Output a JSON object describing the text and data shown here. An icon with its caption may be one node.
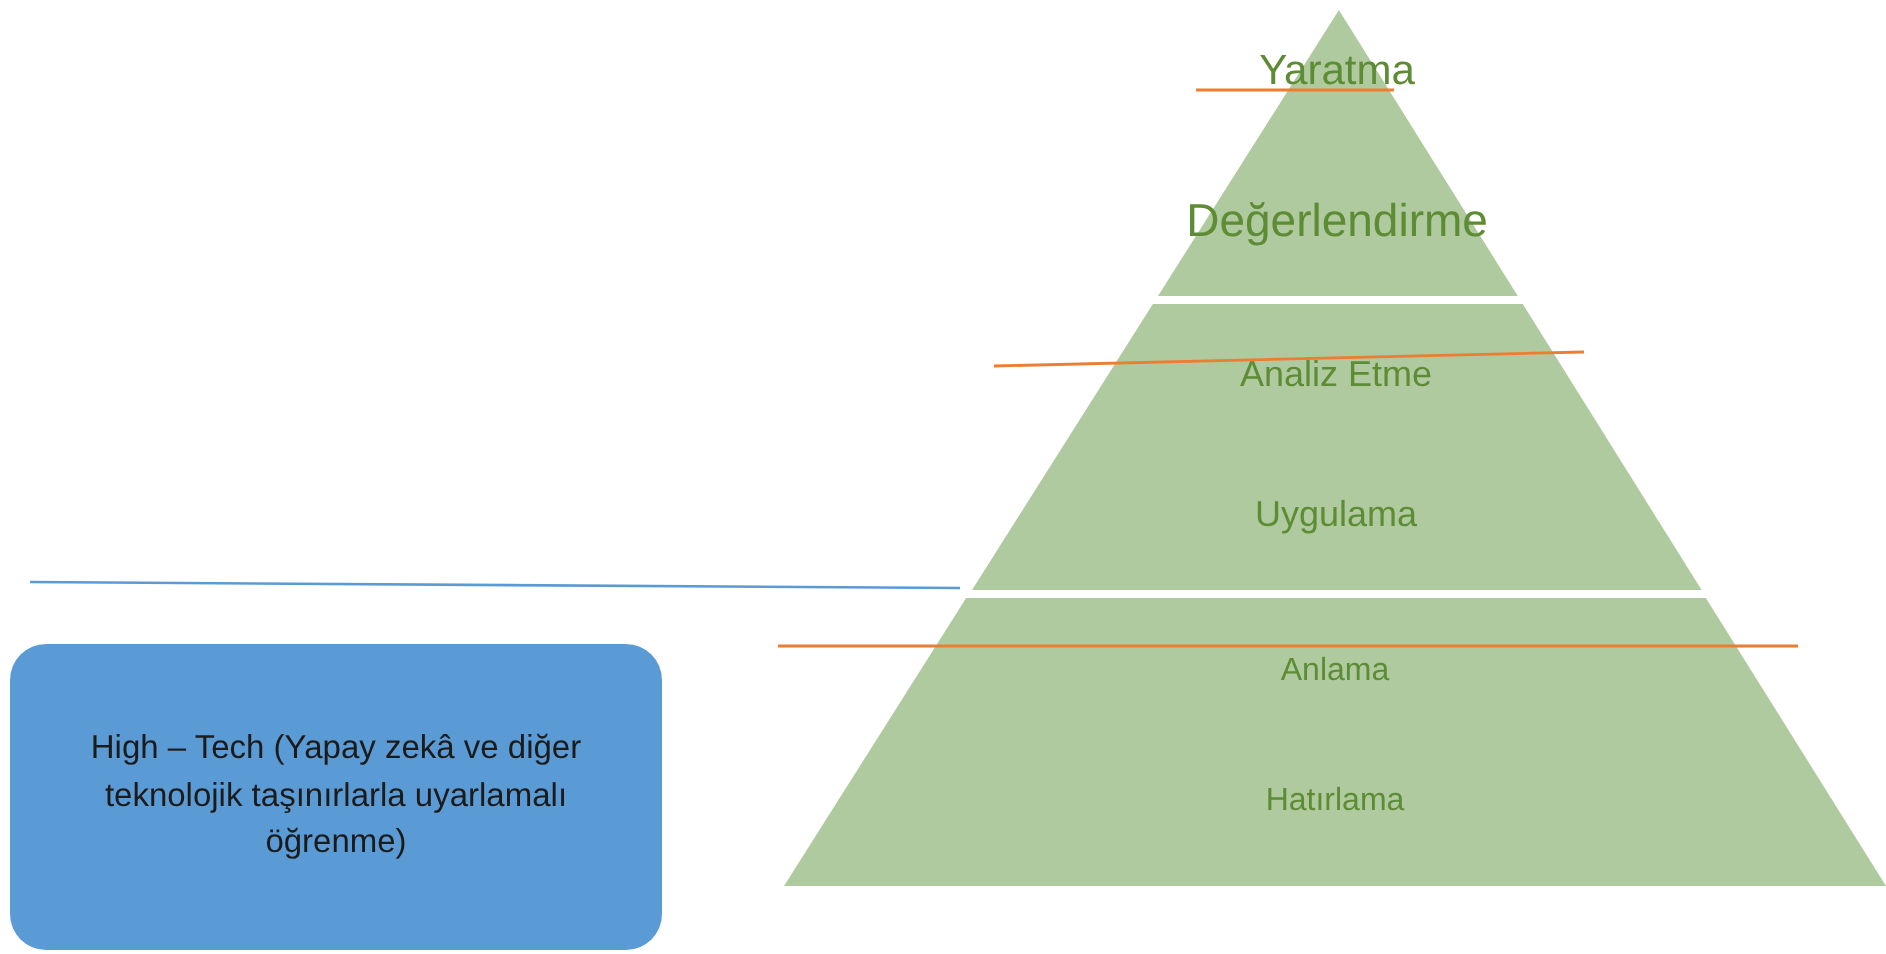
{
  "diagram": {
    "nodes": [
      {
        "text": [
          "Yaratma",
          "Değerlendirme"
        ]
      },
      {
        "text": [
          "Analiz Etme",
          "Uygulama"
        ]
      },
      {
        "text": [
          "Anlama",
          "Hatırlama"
        ]
      },
      {
        "text": [
          "High – Tech (Yapay zekâ ve diğer teknolojik taşınırlarla uyarlamalı öğrenme)"
        ]
      }
    ]
  }
}
